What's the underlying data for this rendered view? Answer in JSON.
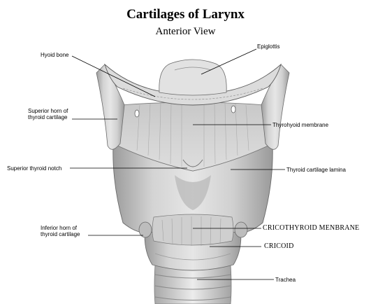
{
  "title": "Cartilages of Larynx",
  "subtitle": "Anterior View",
  "labels": {
    "epiglottis": "Epiglottis",
    "hyoid_bone": "Hyoid bone",
    "superior_horn_line1": "Superior horn of",
    "superior_horn_line2": "thyroid cartilage",
    "thyrohyoid_membrane": "Thyrohyoid membrane",
    "superior_thyroid_notch": "Superior thyroid notch",
    "thyroid_cartilage_lamina": "Thyroid cartilage lamina",
    "inferior_horn_line1": "Inferior horn of",
    "inferior_horn_line2": "thyroid cartilage",
    "cricothyroid_membrane": "CRICOTHYROID MENBRANE",
    "cricoid": "CRICOID",
    "trachea": "Trachea"
  }
}
